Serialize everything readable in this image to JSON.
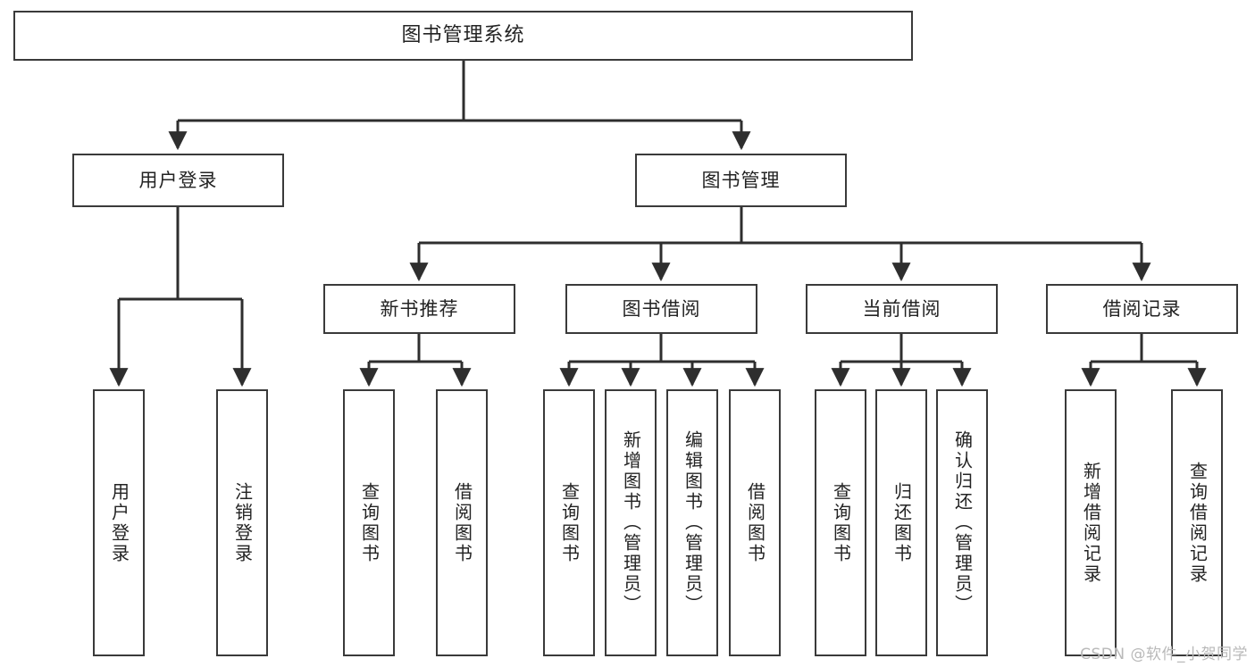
{
  "diagram": {
    "title": "图书管理系统",
    "type": "functional-structure-tree",
    "root": {
      "label": "图书管理系统"
    },
    "level2": [
      {
        "label": "用户登录"
      },
      {
        "label": "图书管理"
      }
    ],
    "level3": [
      {
        "label": "新书推荐"
      },
      {
        "label": "图书借阅"
      },
      {
        "label": "当前借阅"
      },
      {
        "label": "借阅记录"
      }
    ],
    "leaves": {
      "user_login": [
        {
          "label": "用户登录"
        },
        {
          "label": "注销登录"
        }
      ],
      "new_book_recommend": [
        {
          "label": "查询图书"
        },
        {
          "label": "借阅图书"
        }
      ],
      "book_borrow": [
        {
          "label": "查询图书"
        },
        {
          "label": "新增图书（管理员）"
        },
        {
          "label": "编辑图书（管理员）"
        },
        {
          "label": "借阅图书"
        }
      ],
      "current_borrow": [
        {
          "label": "查询图书"
        },
        {
          "label": "归还图书"
        },
        {
          "label": "确认归还（管理员）"
        }
      ],
      "borrow_record": [
        {
          "label": "新增借阅记录"
        },
        {
          "label": "查询借阅记录"
        }
      ]
    }
  },
  "watermark": {
    "text": "CSDN @软件_小贺同学"
  },
  "colors": {
    "box_border": "#3a3a3a",
    "box_fill": "#ffffff",
    "line": "#2e2e2e",
    "text": "#232323",
    "watermark": "#b9b9b9",
    "background": "#ffffff"
  }
}
